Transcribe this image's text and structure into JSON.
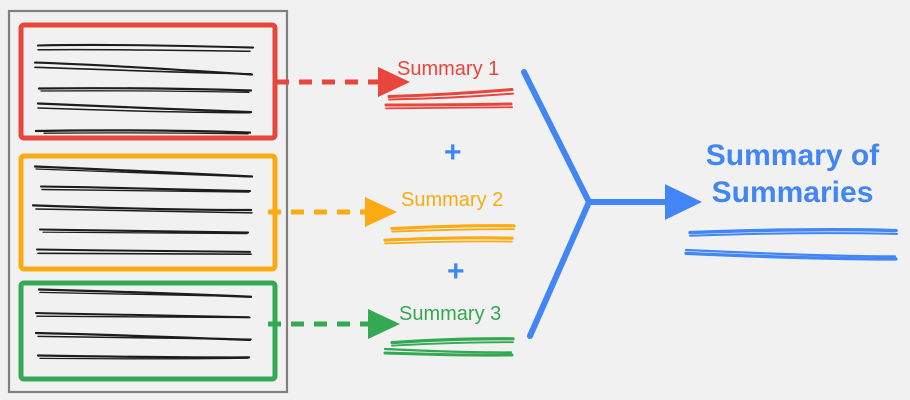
{
  "diagram": {
    "title_semantic": "hierarchical-summarization-diagram",
    "background_color": "#f1f1f1",
    "colors": {
      "red": "#E8453C",
      "orange": "#F9AB11",
      "green": "#34A853",
      "blue": "#4285F4",
      "document_border": "#808080",
      "text_line": "#1a1a1a"
    }
  },
  "document_stack": {
    "name": "source-document-container",
    "border_color": "#808080",
    "chunks": [
      {
        "id": "chunk-1",
        "color": "#E8453C",
        "line_count": 5
      },
      {
        "id": "chunk-2",
        "color": "#F9AB11",
        "line_count": 5
      },
      {
        "id": "chunk-3",
        "color": "#34A853",
        "line_count": 4
      }
    ]
  },
  "arrows": {
    "dashed": [
      {
        "id": "arrow-chunk-1",
        "color": "#E8453C",
        "style": "dashed"
      },
      {
        "id": "arrow-chunk-2",
        "color": "#F9AB11",
        "style": "dashed"
      },
      {
        "id": "arrow-chunk-3",
        "color": "#34A853",
        "style": "dashed"
      }
    ],
    "merge": {
      "id": "merge-arrow",
      "color": "#4285F4",
      "style": "solid"
    }
  },
  "summaries": [
    {
      "id": "summary-1",
      "label": "Summary 1",
      "color": "#E8453C",
      "line_count": 2
    },
    {
      "id": "summary-2",
      "label": "Summary 2",
      "color": "#F9AB11",
      "line_count": 2
    },
    {
      "id": "summary-3",
      "label": "Summary 3",
      "color": "#34A853",
      "line_count": 2
    }
  ],
  "operators": [
    {
      "id": "plus-1",
      "label": "+",
      "color": "#4285F4"
    },
    {
      "id": "plus-2",
      "label": "+",
      "color": "#4285F4"
    }
  ],
  "final": {
    "id": "summary-of-summaries",
    "line_1": "Summary of",
    "line_2": "Summaries",
    "color": "#4285F4",
    "line_count": 2
  }
}
